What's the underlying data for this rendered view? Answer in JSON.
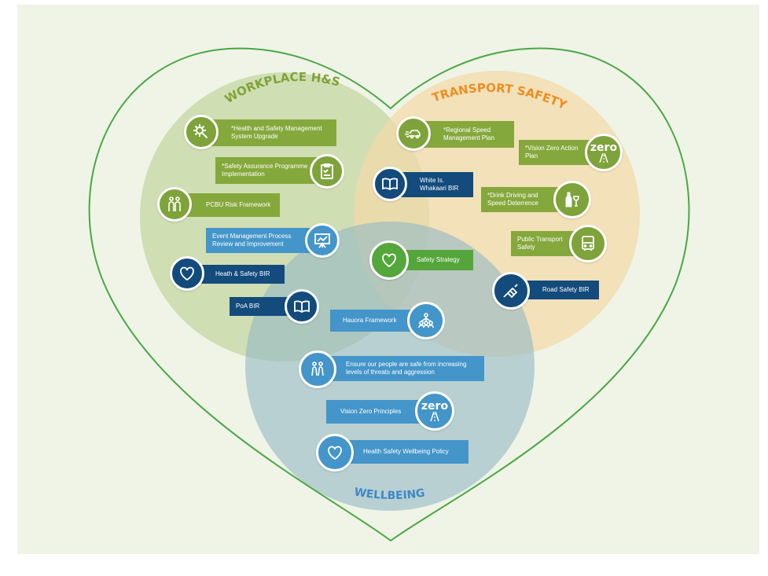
{
  "diagram": {
    "sections": {
      "workplace": "WORKPLACE H&S",
      "transport": "TRANSPORT SAFETY",
      "wellbeing": "WELLBEING"
    },
    "items": {
      "hs_mgmt": "*Health and Safety Management System Upgrade",
      "safety_assurance": "*Safety Assurance Programme Implementation",
      "pcbu": "PCBU Risk Framework",
      "event_mgmt": "Event Management Process Review and Improvement",
      "heath_bir": "Heath & Safety BIR",
      "poa_bir": "PoA BIR",
      "regional_speed": "*Regional Speed Management Plan",
      "vision_zero_plan": "*Vision Zero Action Plan",
      "white_island": "White Is. Whakaari BIR",
      "drink_driving": "*Drink Driving and Speed Deterrence",
      "public_transport": "Public Transport Safety",
      "road_safety_bir": "Road Safety BIR",
      "safety_strategy": "Safety Strategy",
      "hauora": "Hauora Framework",
      "threats": "Ensure our people are safe from increasing levels of threats and aggression",
      "vision_zero_principles": "Vision Zero Principles",
      "wellbeing_policy": "Health Safety Wellbeing Policy"
    },
    "zero_text": "zero",
    "colors": {
      "background": "#eff4e7",
      "heart_outline": "#4aa843",
      "workplace_circle": "#c9d8a8",
      "transport_circle": "#f4deb4",
      "wellbeing_circle": "#a3c3cc",
      "workplace_title": "#7fa338",
      "transport_title": "#ee8e22",
      "wellbeing_title": "#3f88c5"
    }
  }
}
